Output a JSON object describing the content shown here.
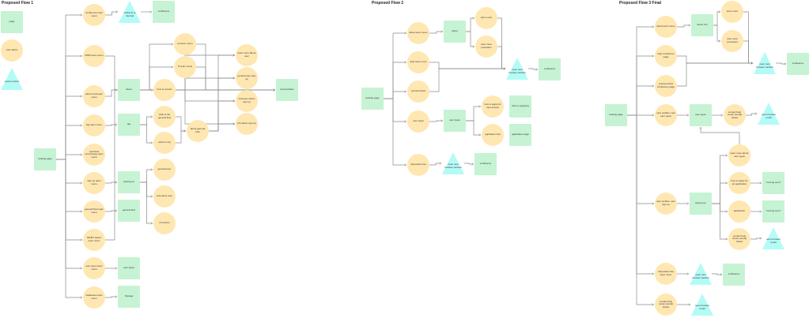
{
  "colors": {
    "page": "#c6f3d3",
    "user_action": "#ffe7b2",
    "system_action": "#b3fbf6",
    "connector": "#8a8a8a"
  },
  "legend": [
    {
      "type": "page",
      "label": "page"
    },
    {
      "type": "action",
      "label": "user action"
    },
    {
      "type": "system",
      "label": "system action"
    }
  ],
  "flows": [
    {
      "title": "Proposed Flow 1",
      "nodes": [
        {
          "id": "f1_landing",
          "type": "page",
          "label": "landing page"
        },
        {
          "id": "f1_conf_menu",
          "type": "action",
          "label": "confluence topic menu"
        },
        {
          "id": "f1_redirect",
          "type": "system",
          "label": "redirects to internal"
        },
        {
          "id": "f1_conf",
          "type": "page",
          "label": "confluence"
        },
        {
          "id": "f1_mnpi",
          "type": "action",
          "label": "MNPI team menu"
        },
        {
          "id": "f1_about_menu",
          "type": "action",
          "label": "about (vnf) topic menu"
        },
        {
          "id": "f1_about",
          "type": "page",
          "label": "about"
        },
        {
          "id": "f1_faq_menu",
          "type": "action",
          "label": "faq team menu"
        },
        {
          "id": "f1_faq",
          "type": "page",
          "label": "faq"
        },
        {
          "id": "f1_tech",
          "type": "action",
          "label": "technical terminology topic menu"
        },
        {
          "id": "f1_signup_menu",
          "type": "action",
          "label": "sign up team menu"
        },
        {
          "id": "f1_signup",
          "type": "page",
          "label": "signing up"
        },
        {
          "id": "f1_genflow_menu",
          "type": "action",
          "label": "general flow topic menu"
        },
        {
          "id": "f1_genflow",
          "type": "page",
          "label": "general flow"
        },
        {
          "id": "f1_mgmt",
          "type": "action",
          "label": "MGMT teams topic menu"
        },
        {
          "id": "f1_usertypes_menu",
          "type": "action",
          "label": "user types topic menu"
        },
        {
          "id": "f1_usertypes",
          "type": "page",
          "label": "user types"
        },
        {
          "id": "f1_databases_menu",
          "type": "action",
          "label": "databases topic menu"
        },
        {
          "id": "f1_storage",
          "type": "page",
          "label": "Storage"
        },
        {
          "id": "f1_ea",
          "type": "action",
          "label": "ea team menu"
        },
        {
          "id": "f1_it",
          "type": "action",
          "label": "IT team menu"
        },
        {
          "id": "f1_access",
          "type": "action",
          "label": "how to access"
        },
        {
          "id": "f1_what_gen",
          "type": "action",
          "label": "what is the general flow"
        },
        {
          "id": "f1_what_only",
          "type": "action",
          "label": "what is only"
        },
        {
          "id": "f1_about_gen",
          "type": "action",
          "label": "about general flow"
        },
        {
          "id": "f1_learn",
          "type": "action",
          "label": "learn more about user"
        },
        {
          "id": "f1_gen_user",
          "type": "action",
          "label": "general user sign up"
        },
        {
          "id": "f1_biz",
          "type": "action",
          "label": "business admin sign up"
        },
        {
          "id": "f1_cs",
          "type": "action",
          "label": "CS admin sign up"
        },
        {
          "id": "f1_devtools",
          "type": "page",
          "label": "dev/modules"
        },
        {
          "id": "f1_gu",
          "type": "action",
          "label": "general user"
        },
        {
          "id": "f1_ent",
          "type": "action",
          "label": "enterprise user"
        },
        {
          "id": "f1_cs2",
          "type": "action",
          "label": "CS admin"
        }
      ]
    },
    {
      "title": "Proposed Flow 2",
      "nodes": [
        {
          "id": "f2_landing",
          "type": "page",
          "label": "landing page"
        },
        {
          "id": "f2_about_menu",
          "type": "action",
          "label": "about team menu"
        },
        {
          "id": "f2_about",
          "type": "page",
          "label": "about"
        },
        {
          "id": "f2_team",
          "type": "action",
          "label": "team more"
        },
        {
          "id": "f2_view",
          "type": "action",
          "label": "view more procedure"
        },
        {
          "id": "f2_faqs",
          "type": "action",
          "label": "faqs team more"
        },
        {
          "id": "f2_process",
          "type": "action",
          "label": "process flows"
        },
        {
          "id": "f2_open",
          "type": "system",
          "label": "open new browser window"
        },
        {
          "id": "f2_conf",
          "type": "page",
          "label": "confluence"
        },
        {
          "id": "f2_usertypes_menu",
          "type": "action",
          "label": "user types"
        },
        {
          "id": "f2_usertypes",
          "type": "page",
          "label": "user types"
        },
        {
          "id": "f2_howto",
          "type": "action",
          "label": "how to apply for user access"
        },
        {
          "id": "f2_apply",
          "type": "page",
          "label": "flow on applying"
        },
        {
          "id": "f2_applink",
          "type": "action",
          "label": "application link"
        },
        {
          "id": "f2_apppage",
          "type": "page",
          "label": "application page"
        },
        {
          "id": "f2_disp",
          "type": "action",
          "label": "disposition faq"
        },
        {
          "id": "f2_open2",
          "type": "system",
          "label": "open new browser window"
        },
        {
          "id": "f2_conf2",
          "type": "page",
          "label": "confluence"
        }
      ]
    },
    {
      "title": "Proposed Flow 3 Final",
      "nodes": [
        {
          "id": "f3_landing",
          "type": "page",
          "label": "landing page"
        },
        {
          "id": "f3_about_menu",
          "type": "action",
          "label": "about team menu"
        },
        {
          "id": "f3_about",
          "type": "page",
          "label": "about info"
        },
        {
          "id": "f3_team",
          "type": "action",
          "label": "team more"
        },
        {
          "id": "f3_view",
          "type": "action",
          "label": "view more processes"
        },
        {
          "id": "f3_faqs",
          "type": "action",
          "label": "faqs confluence page"
        },
        {
          "id": "f3_process",
          "type": "action",
          "label": "process flows confluence page"
        },
        {
          "id": "f3_open",
          "type": "system",
          "label": "open new browser window"
        },
        {
          "id": "f3_conf",
          "type": "page",
          "label": "confluence"
        },
        {
          "id": "f3_uprof",
          "type": "action",
          "label": "user profiles: new user types"
        },
        {
          "id": "f3_usertypes",
          "type": "page",
          "label": "user types"
        },
        {
          "id": "f3_contact1",
          "type": "action",
          "label": "contact help center (email) linked"
        },
        {
          "id": "f3_email1",
          "type": "system",
          "label": "open browser email"
        },
        {
          "id": "f3_learn",
          "type": "action",
          "label": "learn more about user types"
        },
        {
          "id": "f3_howto",
          "type": "action",
          "label": "how to apply for an application"
        },
        {
          "id": "f3_soon1",
          "type": "page",
          "label": "\"coming soon\""
        },
        {
          "id": "f3_uprof2",
          "type": "action",
          "label": "user profiles: user sign up"
        },
        {
          "id": "f3_signup",
          "type": "page",
          "label": "signing up"
        },
        {
          "id": "f3_app",
          "type": "action",
          "label": "application"
        },
        {
          "id": "f3_soon2",
          "type": "page",
          "label": "\"coming soon\""
        },
        {
          "id": "f3_contact2",
          "type": "action",
          "label": "contact help center (email) linked"
        },
        {
          "id": "f3_email2",
          "type": "system",
          "label": "open browser email"
        },
        {
          "id": "f3_disp",
          "type": "action",
          "label": "disposition faq topic menu"
        },
        {
          "id": "f3_open2",
          "type": "system",
          "label": "open new browser window"
        },
        {
          "id": "f3_conf2",
          "type": "page",
          "label": "confluence"
        },
        {
          "id": "f3_contact3",
          "type": "action",
          "label": "contact help center (email) linked"
        },
        {
          "id": "f3_email3",
          "type": "system",
          "label": "open browser email"
        }
      ]
    }
  ]
}
